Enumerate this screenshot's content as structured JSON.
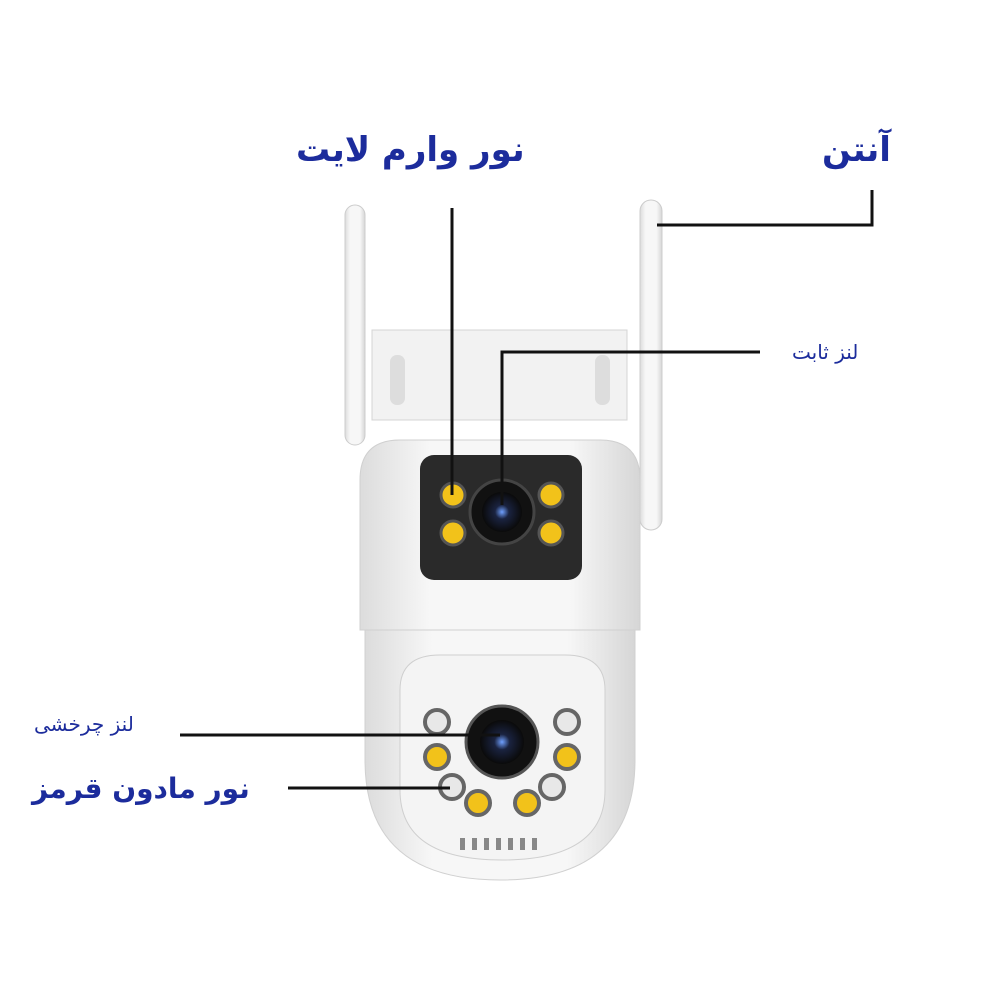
{
  "labels": {
    "warm_light": "نور وارم لایت",
    "antenna": "آنتن",
    "fixed_lens": "لنز ثابت",
    "rotating_lens": "لنز چرخشی",
    "infrared_light": "نور مادون قرمز"
  },
  "colors": {
    "label_text": "#1c2c9c",
    "warm_led": "#f2c21a",
    "panel": "#2a2a2a"
  }
}
